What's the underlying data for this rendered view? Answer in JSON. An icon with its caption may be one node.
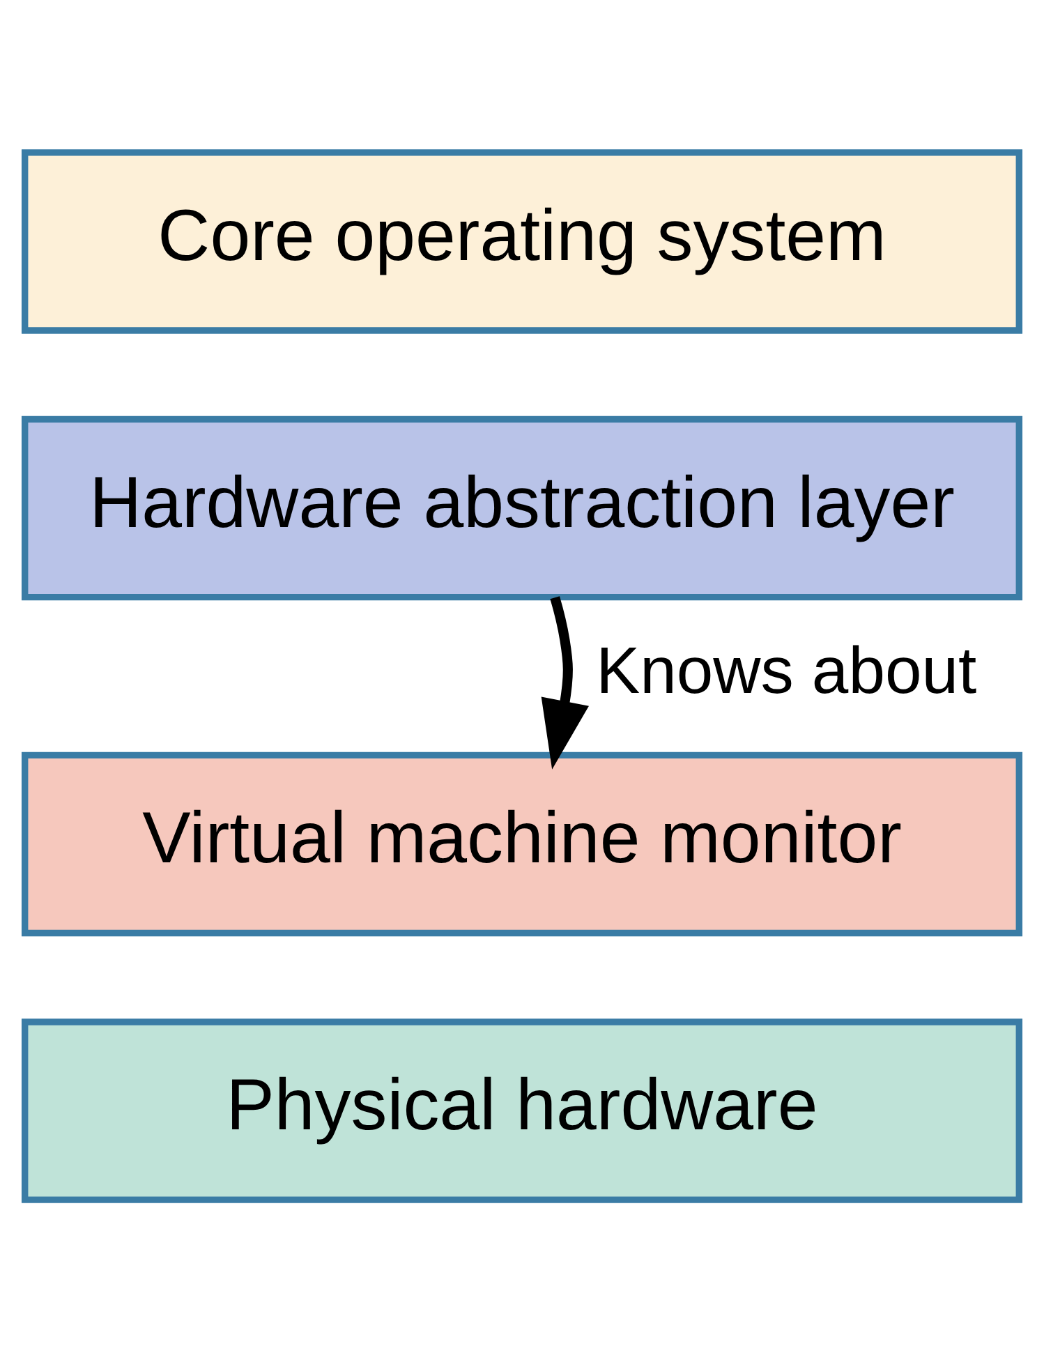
{
  "diagram": {
    "nodes": [
      {
        "text": [
          "Core operating system"
        ]
      },
      {
        "text": [
          "Hardware abstraction layer"
        ]
      },
      {
        "text": [
          "Virtual machine monitor"
        ]
      },
      {
        "text": [
          "Physical hardware"
        ]
      }
    ],
    "edges": [
      {
        "from": 1,
        "to": 2,
        "arrow": "to",
        "label": "Knows about"
      }
    ]
  }
}
